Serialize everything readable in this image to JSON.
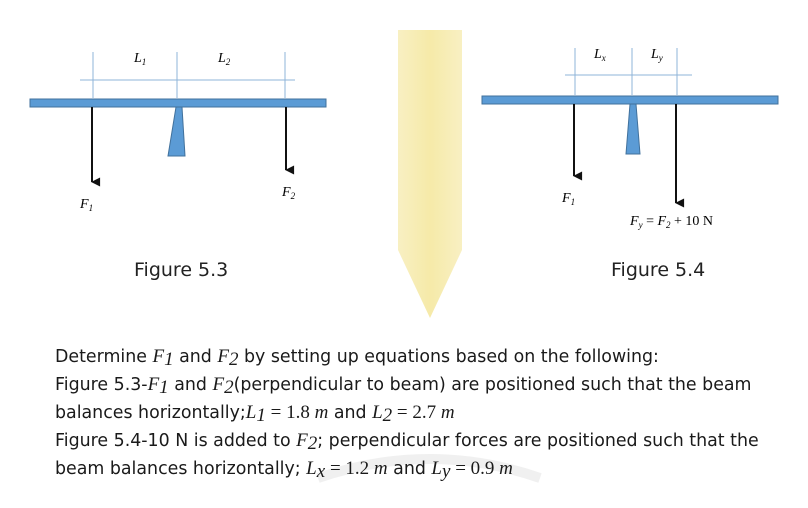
{
  "figure_5_3": {
    "caption": "Figure 5.3",
    "dim_l1": "L",
    "dim_l1_sub": "1",
    "dim_l2": "L",
    "dim_l2_sub": "2",
    "force_f1": "F",
    "force_f1_sub": "1",
    "force_f2": "F",
    "force_f2_sub": "2"
  },
  "figure_5_4": {
    "caption": "Figure 5.4",
    "dim_lx": "L",
    "dim_lx_sub": "x",
    "dim_ly": "L",
    "dim_ly_sub": "y",
    "force_f1": "F",
    "force_f1_sub": "1",
    "force_fy": "F",
    "force_fy_sub": "y",
    "force_fy_eq": " = ",
    "force_fy_f2": "F",
    "force_fy_f2_sub": "2",
    "force_fy_rest": " + 10 N"
  },
  "problem": {
    "line1_a": "Determine ",
    "line1_f1": "F",
    "line1_f1_sub": "1",
    "line1_b": " and ",
    "line1_f2": "F",
    "line1_f2_sub": "2",
    "line1_c": " by setting up equations based on the following:",
    "line2_a": "Figure 5.3-",
    "line2_f1": "F",
    "line2_f1_sub": "1",
    "line2_b": " and ",
    "line2_f2": "F",
    "line2_f2_sub": "2",
    "line2_c": "(perpendicular to beam) are positioned such that the beam",
    "line3_a": "balances horizontally;",
    "line3_l1": "L",
    "line3_l1_sub": "1",
    "line3_l1_val": " = 1.8 ",
    "line3_l1_unit": "m",
    "line3_b": " and ",
    "line3_l2": "L",
    "line3_l2_sub": "2",
    "line3_l2_val": " = 2.7 ",
    "line3_l2_unit": "m",
    "line4_a": "Figure 5.4-10 N is added to ",
    "line4_f2": "F",
    "line4_f2_sub": "2",
    "line4_b": "; perpendicular forces are positioned such that the",
    "line5_a": "beam balances horizontally; ",
    "line5_lx": "L",
    "line5_lx_sub": "x",
    "line5_lx_val": " = 1.2 ",
    "line5_lx_unit": "m",
    "line5_b": " and  ",
    "line5_ly": "L",
    "line5_ly_sub": "y",
    "line5_ly_val": " = 0.9 ",
    "line5_ly_unit": "m"
  },
  "colors": {
    "beam": "#5b9bd5",
    "beam_edge": "#41719c",
    "dimension": "#8fb4d9",
    "watermark": "#f3e6a0"
  }
}
